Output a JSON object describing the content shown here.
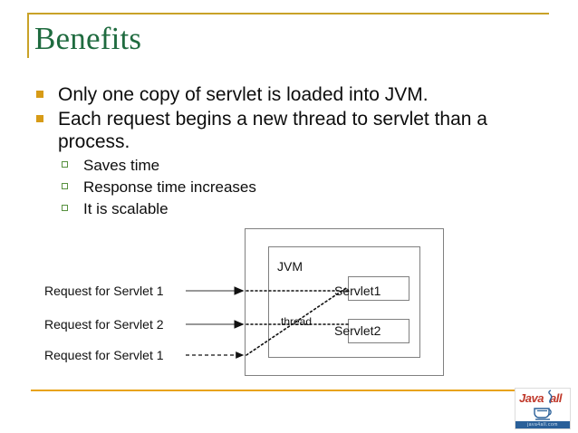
{
  "slide": {
    "title": "Benefits",
    "accent_gold": "#c9a227",
    "title_green": "#1f6b3f",
    "bullet_marker_color": "#d79b17",
    "subbullet_marker_color": "#57913f"
  },
  "bullets": [
    {
      "level": 1,
      "text": "Only one copy of servlet is loaded into JVM."
    },
    {
      "level": 1,
      "text": "Each request begins a new thread to servlet than a process."
    },
    {
      "level": 2,
      "text": "Saves time"
    },
    {
      "level": 2,
      "text": "Response time increases"
    },
    {
      "level": 2,
      "text": "It is scalable"
    }
  ],
  "diagram": {
    "request_labels": [
      "Request for Servlet 1",
      "Request for Servlet 2",
      "Request for Servlet 1"
    ],
    "jvm_label": "JVM",
    "servlet1_label": "Servlet1",
    "servlet2_label": "Servlet2",
    "thread_label": "thread",
    "box_border_color": "#808080",
    "line_color": "#111111"
  },
  "footer": {
    "logo_text_java": "Java",
    "logo_text_all": "all",
    "logo_url": "java4all.com",
    "logo_red": "#c0392b",
    "logo_blue": "#2a6099"
  }
}
